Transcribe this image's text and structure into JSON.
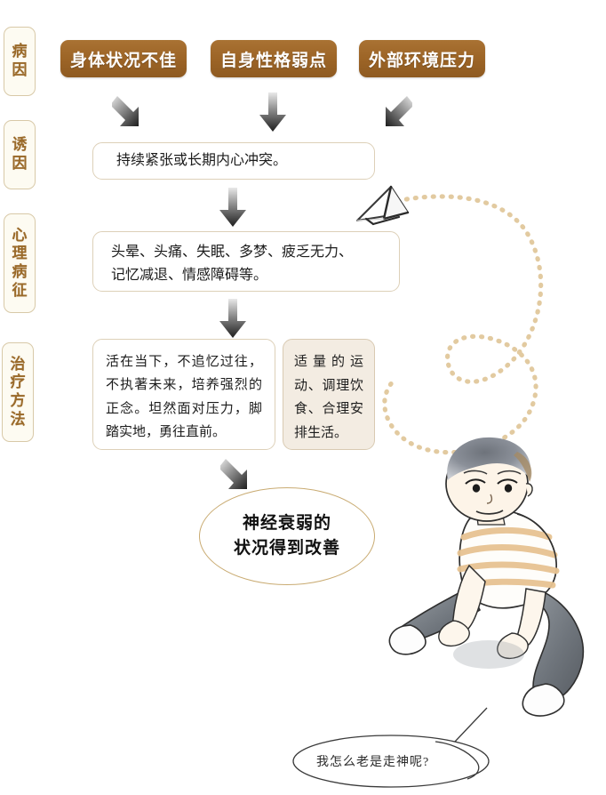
{
  "diagram": {
    "title_alt": "神经衰弱 病因-诱因-心理病征-治疗方法 流程图",
    "stages": [
      {
        "id": "cause",
        "label_chars": [
          "病",
          "因"
        ]
      },
      {
        "id": "trigger",
        "label_chars": [
          "诱",
          "因"
        ]
      },
      {
        "id": "symptoms",
        "label_chars": [
          "心",
          "理",
          "病",
          "征"
        ]
      },
      {
        "id": "treatment",
        "label_chars": [
          "治",
          "疗",
          "方",
          "法"
        ]
      }
    ],
    "causes": [
      {
        "label": "身体状况不佳"
      },
      {
        "label": "自身性格弱点"
      },
      {
        "label": "外部环境压力"
      }
    ],
    "trigger_box": {
      "text": "持续紧张或长期内心冲突。"
    },
    "symptoms_box": {
      "line1": "头晕、头痛、失眠、多梦、疲乏无力、",
      "line2": "记忆减退、情感障碍等。"
    },
    "treatment_boxes": [
      {
        "id": "mindset",
        "text": "活在当下，不追忆过往，不执著未来，培养强烈的正念。坦然面对压力，脚踏实地，勇往直前。"
      },
      {
        "id": "lifestyle",
        "text": "适量的运动、调理饮食、合理安排生活。"
      }
    ],
    "outcome": {
      "line1": "神经衰弱的",
      "line2": "状况得到改善"
    },
    "speech_bubble": {
      "text": "我怎么老是走神呢?"
    },
    "arrows": [
      {
        "id": "cause-1-down-right",
        "direction": "down-right"
      },
      {
        "id": "cause-2-down",
        "direction": "down"
      },
      {
        "id": "cause-3-down-left",
        "direction": "down-left"
      },
      {
        "id": "trigger-to-symptoms",
        "direction": "down"
      },
      {
        "id": "symptoms-to-treatment",
        "direction": "down"
      },
      {
        "id": "treatment-to-outcome",
        "direction": "down-right"
      }
    ],
    "illustration": {
      "paper_plane": "paper-plane-icon",
      "dotted_trail": "dotted-flight-trail",
      "boy": "boy-sitting-illustration"
    },
    "colors": {
      "chip_orange": "#9c6426",
      "stage_label_text": "#9a6a2a",
      "stage_label_bg": "#fdfbf2",
      "box_border": "#ddd0b8",
      "tinted_box_bg": "#f3ece2",
      "oval_border": "#c9ab72",
      "trail_tan": "#e0c89a",
      "arrow_dark": "#2b2b2b",
      "background": "#ffffff"
    }
  }
}
